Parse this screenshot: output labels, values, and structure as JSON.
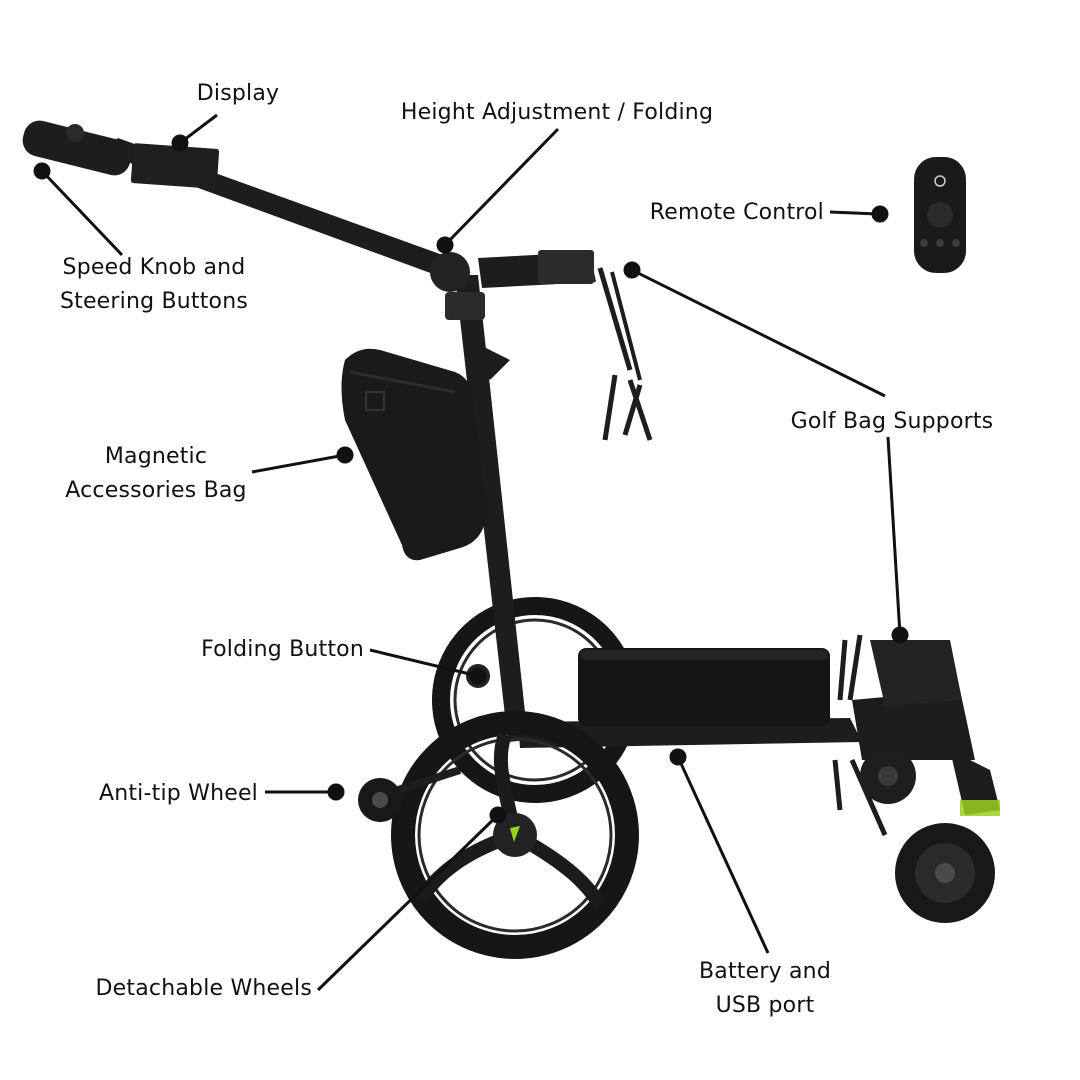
{
  "colors": {
    "text": "#111111",
    "leader": "#111111",
    "frame": "#1d1d1f",
    "tire": "#161616",
    "hub": "#2a2a2c",
    "accent": "#9bd11e",
    "background": "#ffffff"
  },
  "labels": {
    "display": "Display",
    "height_adjustment": "Height Adjustment / Folding",
    "remote_control": "Remote Control",
    "speed_knob_line1": "Speed Knob and",
    "speed_knob_line2": "Steering Buttons",
    "golf_bag_supports": "Golf Bag Supports",
    "magnetic_bag_line1": "Magnetic",
    "magnetic_bag_line2": "Accessories Bag",
    "folding_button": "Folding Button",
    "anti_tip_wheel": "Anti-tip Wheel",
    "detachable_wheels": "Detachable Wheels",
    "battery_line1": "Battery and",
    "battery_line2": "USB port"
  },
  "remote_icons": [
    "power-icon",
    "joystick-icon",
    "speed-dial-icon"
  ]
}
